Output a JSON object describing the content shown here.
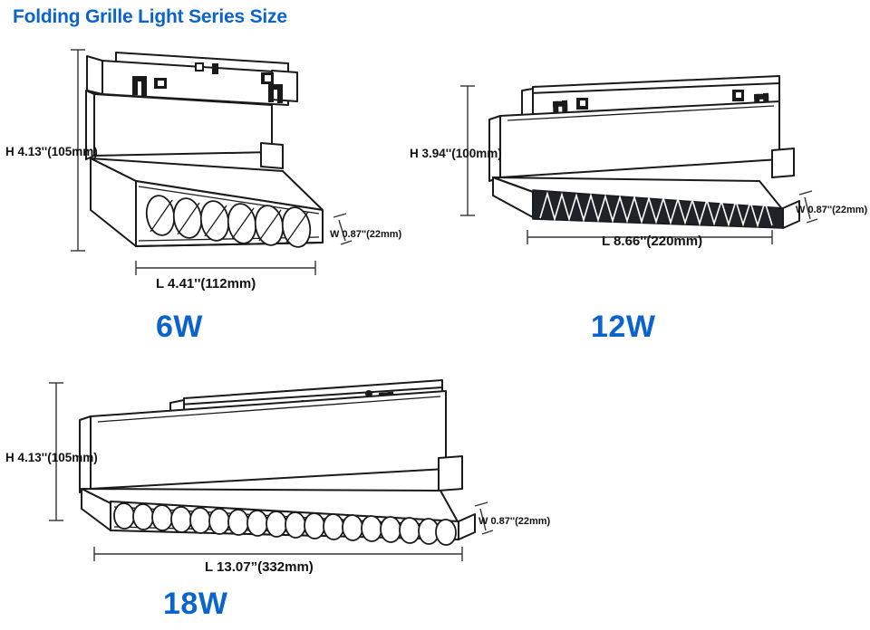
{
  "page": {
    "title": "Folding Grille Light Series Size",
    "accent_color": "#0b63cc",
    "line_color": "#1a1a1a",
    "background": "#ffffff"
  },
  "products": [
    {
      "id": "6w",
      "watt_label": "6W",
      "height": "H 4.13''(105mm)",
      "length": "L 4.41''(112mm)",
      "width": "W 0.87''(22mm)",
      "grille_cells": 6,
      "grille_style": "light",
      "view": "isometric-angled"
    },
    {
      "id": "12w",
      "watt_label": "12W",
      "height": "H 3.94''(100mm)",
      "length": "L 8.66''(220mm)",
      "width": "W 0.87''(22mm)",
      "grille_cells": 16,
      "grille_style": "dark",
      "view": "isometric-flat"
    },
    {
      "id": "18w",
      "watt_label": "18W",
      "height": "H 4.13''(105mm)",
      "length": "L 13.07”(332mm)",
      "width": "W 0.87''(22mm)",
      "grille_cells": 18,
      "grille_style": "light",
      "view": "isometric-flat"
    }
  ],
  "labels": {
    "height_prefix": "H",
    "length_prefix": "L",
    "width_prefix": "W"
  }
}
